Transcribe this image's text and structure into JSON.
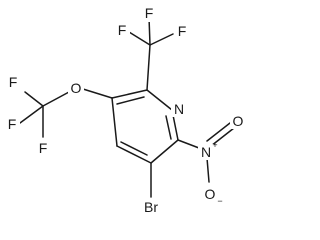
{
  "molecule": {
    "atoms": {
      "f1": "F",
      "f2": "F",
      "f3": "F",
      "f4": "F",
      "f5": "F",
      "f6": "F",
      "oxygen_ether": "O",
      "nitrogen_ring": "N",
      "nitrogen_nitro": "N",
      "oxygen_nitro_top": "O",
      "oxygen_nitro_bottom": "O",
      "bromine": "Br"
    },
    "charges": {
      "nitro_n": "+",
      "nitro_o": "−"
    }
  }
}
